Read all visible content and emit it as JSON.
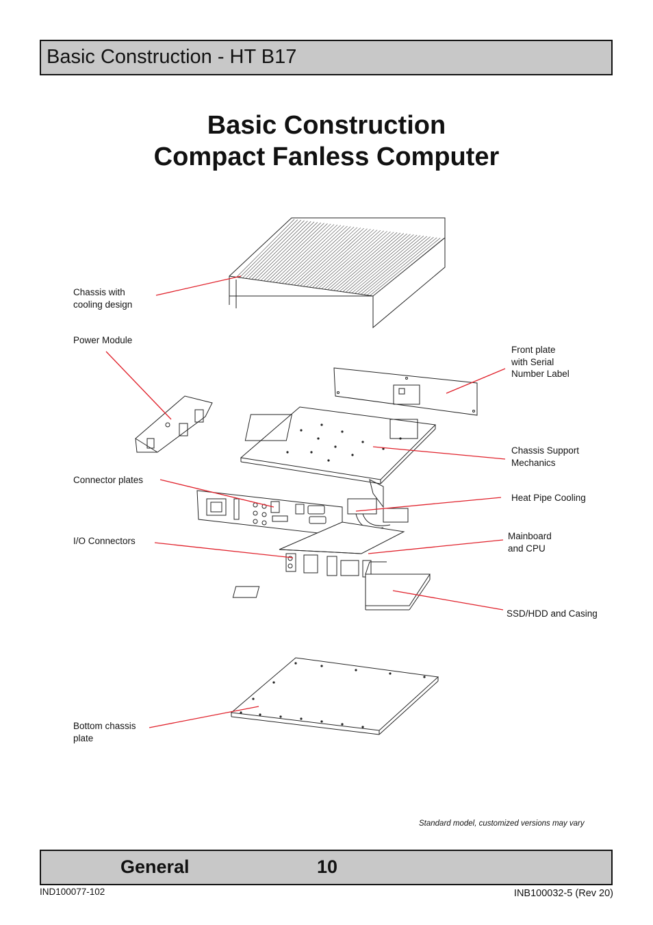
{
  "header": {
    "title": "Basic Construction - HT B17"
  },
  "main": {
    "title_line1": "Basic Construction",
    "title_line2": "Compact Fanless Computer"
  },
  "labels": {
    "chassis": [
      "Chassis with",
      "cooling design"
    ],
    "power_module": [
      "Power Module"
    ],
    "front_plate": [
      "Front plate",
      "with Serial",
      "Number Label"
    ],
    "chassis_support": [
      "Chassis Support",
      "Mechanics"
    ],
    "connector_plates": [
      "Connector plates"
    ],
    "heat_pipe": [
      "Heat Pipe Cooling"
    ],
    "io_connectors": [
      "I/O Connectors"
    ],
    "mainboard": [
      "Mainboard",
      "and CPU"
    ],
    "ssd": [
      "SSD/HDD and Casing"
    ],
    "bottom_plate": [
      "Bottom chassis",
      "plate"
    ]
  },
  "note": "Standard model, customized versions may vary",
  "footer": {
    "section": "General",
    "page": "10"
  },
  "doc_left": "IND100077-102",
  "doc_right": "INB100032-5 (Rev 20)",
  "colors": {
    "leader_line": "#e0202a",
    "bar_fill": "#c8c8c8"
  }
}
